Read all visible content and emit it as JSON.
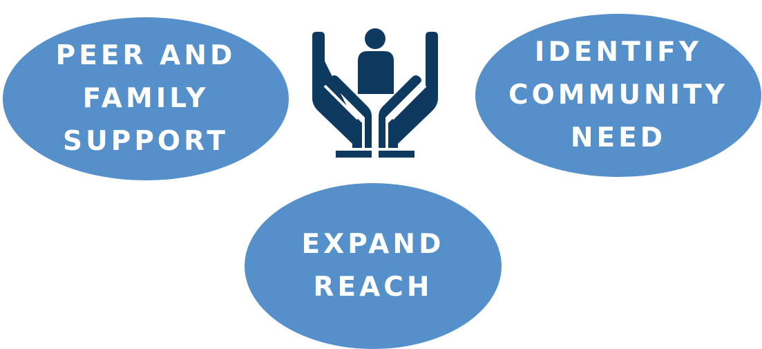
{
  "theme": {
    "ellipse_fill": "#5590cb",
    "icon_color": "#0e3a60",
    "text_color": "#ffffff",
    "background": "#ffffff"
  },
  "nodes": {
    "left": {
      "lines": [
        "PEER AND",
        "FAMILY",
        "SUPPORT"
      ]
    },
    "right": {
      "lines": [
        "IDENTIFY",
        "COMMUNITY",
        "NEED"
      ]
    },
    "bottom": {
      "lines": [
        "EXPAND",
        "REACH"
      ]
    }
  },
  "center_icon": "hands-supporting-person-icon"
}
